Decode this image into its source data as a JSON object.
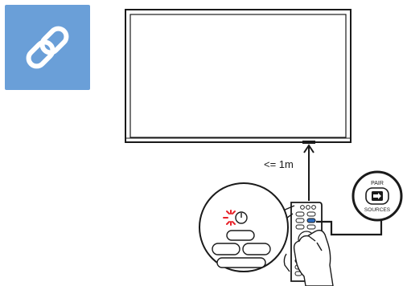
{
  "tile": {
    "icon": "link-icon",
    "background_color": "#6a9fd8"
  },
  "distance_label": "<= 1m",
  "remote_button": {
    "top_label": "PAIR",
    "bottom_label": "SOURCES",
    "icon": "source-input-icon"
  },
  "colors": {
    "line": "#1a1a1a",
    "led_red": "#e8232a",
    "highlight_blue": "#2f6fc2"
  }
}
